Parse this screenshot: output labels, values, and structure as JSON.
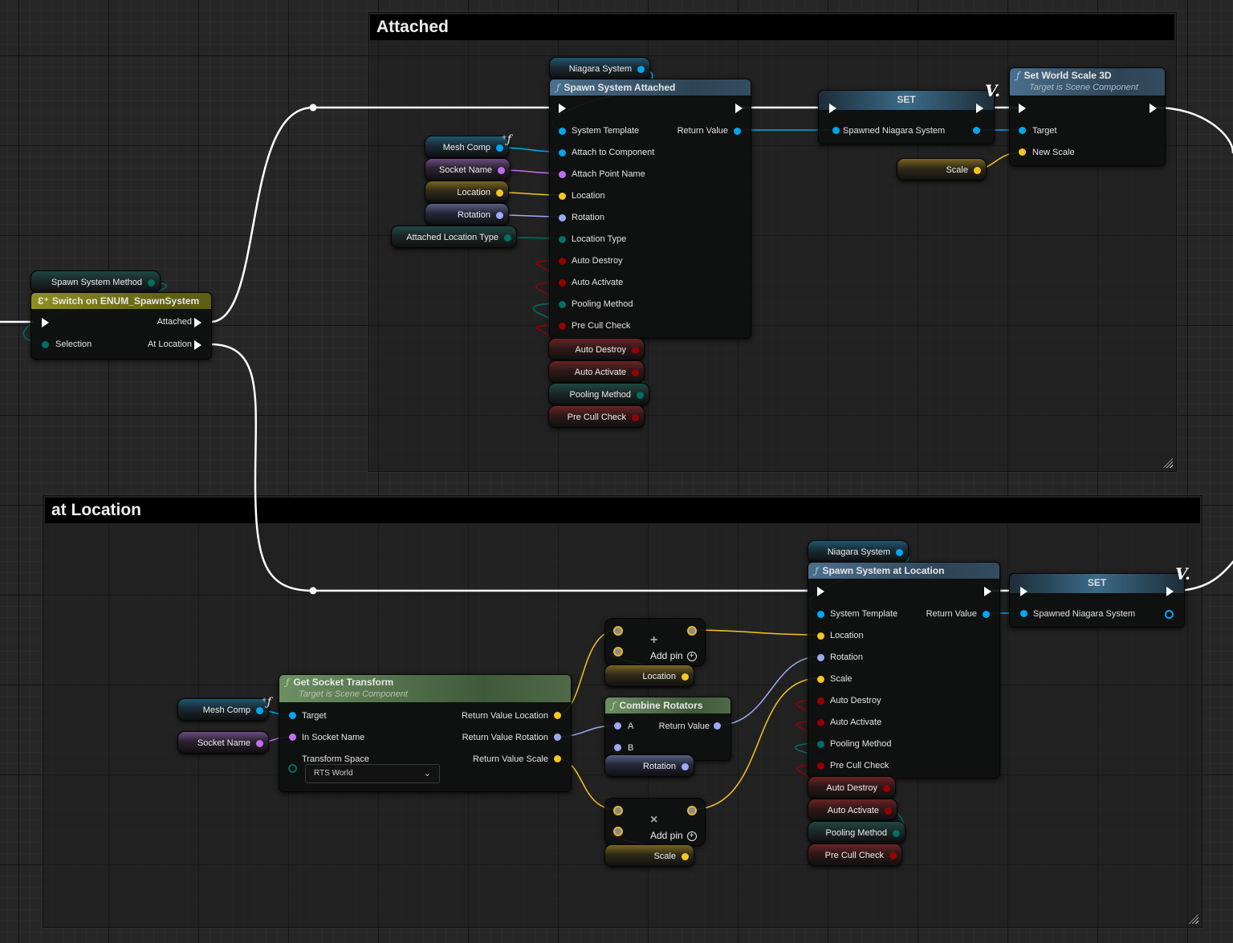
{
  "comments": {
    "attached": {
      "title": "Attached"
    },
    "at_location": {
      "title": "at Location"
    }
  },
  "colors": {
    "exec": "#ffffff",
    "object": "#00a7f0",
    "name": "#c46cf0",
    "vector": "#f5c623",
    "rotator": "#9ea9f5",
    "enum": "#006f64",
    "bool": "#940000"
  },
  "switch_node": {
    "title": "Switch on ENUM_SpawnSystem",
    "icon": "enum-switch-icon",
    "inputs": [
      "",
      "Selection"
    ],
    "outputs": [
      "Attached",
      "At Location"
    ],
    "selection_var": "Spawn System Method"
  },
  "attached": {
    "niagara_var": "Niagara System",
    "spawn_node": {
      "title": "Spawn System Attached",
      "inputs": [
        "System Template",
        "Attach to Component",
        "Attach Point Name",
        "Location",
        "Rotation",
        "Location Type",
        "Auto Destroy",
        "Auto Activate",
        "Pooling Method",
        "Pre Cull Check"
      ],
      "output": "Return Value"
    },
    "input_vars": [
      "Mesh Comp",
      "Socket Name",
      "Location",
      "Rotation",
      "Attached Location Type"
    ],
    "bottom_vars": [
      "Auto Destroy",
      "Auto Activate",
      "Pooling Method",
      "Pre Cull Check"
    ],
    "set_node": {
      "title": "SET",
      "pin": "Spawned Niagara System"
    },
    "scale_node": {
      "title": "Set World Scale 3D",
      "subtitle": "Target is Scene Component",
      "inputs": [
        "Target",
        "New Scale"
      ]
    },
    "scale_var": "Scale"
  },
  "at_location": {
    "niagara_var": "Niagara System",
    "spawn_node": {
      "title": "Spawn System at Location",
      "inputs": [
        "System Template",
        "Location",
        "Rotation",
        "Scale",
        "Auto Destroy",
        "Auto Activate",
        "Pooling Method",
        "Pre Cull Check"
      ],
      "output": "Return Value"
    },
    "bottom_vars": [
      "Auto Destroy",
      "Auto Activate",
      "Pooling Method",
      "Pre Cull Check"
    ],
    "set_node": {
      "title": "SET",
      "pin": "Spawned Niagara System"
    },
    "socket_node": {
      "title": "Get Socket Transform",
      "subtitle": "Target is Scene Component",
      "inputs": [
        "Target",
        "In Socket Name",
        "Transform Space"
      ],
      "outputs": [
        "Return Value Location",
        "Return Value Rotation",
        "Return Value Scale"
      ],
      "transform_space_value": "RTS World"
    },
    "socket_vars": [
      "Mesh Comp",
      "Socket Name"
    ],
    "add_node": {
      "op": "+",
      "add_pin_label": "Add pin"
    },
    "location_var": "Location",
    "combine_node": {
      "title": "Combine Rotators",
      "inputs": [
        "A",
        "B"
      ],
      "output": "Return Value"
    },
    "rotation_var": "Rotation",
    "mul_node": {
      "op": "×",
      "add_pin_label": "Add pin"
    },
    "scale_var": "Scale"
  }
}
